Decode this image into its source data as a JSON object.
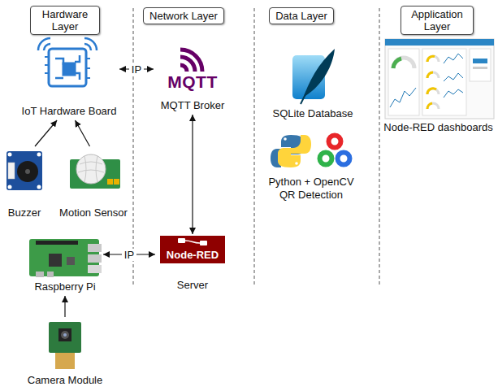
{
  "diagram": {
    "nodes": [
      {
        "text": [
          "Hardware Layer"
        ]
      },
      {
        "text": [
          "Network Layer"
        ]
      },
      {
        "text": [
          "Data Layer"
        ]
      },
      {
        "text": [
          "Application Layer"
        ]
      },
      {
        "text": [
          "IoT Hardware Board"
        ]
      },
      {
        "text": [
          "MQTT",
          "MQTT Broker"
        ]
      },
      {
        "text": [
          "SQLite Database"
        ]
      },
      {
        "text": [
          "Node-RED dashboards"
        ]
      },
      {
        "text": [
          "Python + OpenCV QR Detection"
        ]
      },
      {
        "text": [
          "Buzzer"
        ]
      },
      {
        "text": [
          "Motion Sensor"
        ]
      },
      {
        "text": [
          "Raspberry Pi"
        ]
      },
      {
        "text": [
          "Node-RED",
          "Server"
        ]
      },
      {
        "text": [
          "Camera Module"
        ]
      }
    ],
    "edges": [
      {
        "from": 4,
        "to": 5,
        "label": "IP",
        "arrow": "both"
      },
      {
        "from": 9,
        "to": 4,
        "arrow": "to"
      },
      {
        "from": 10,
        "to": 4,
        "arrow": "to"
      },
      {
        "from": 11,
        "to": 12,
        "label": "IP",
        "arrow": "both"
      },
      {
        "from": 5,
        "to": 12,
        "arrow": "both"
      },
      {
        "from": 13,
        "to": 11,
        "arrow": "to"
      }
    ]
  }
}
